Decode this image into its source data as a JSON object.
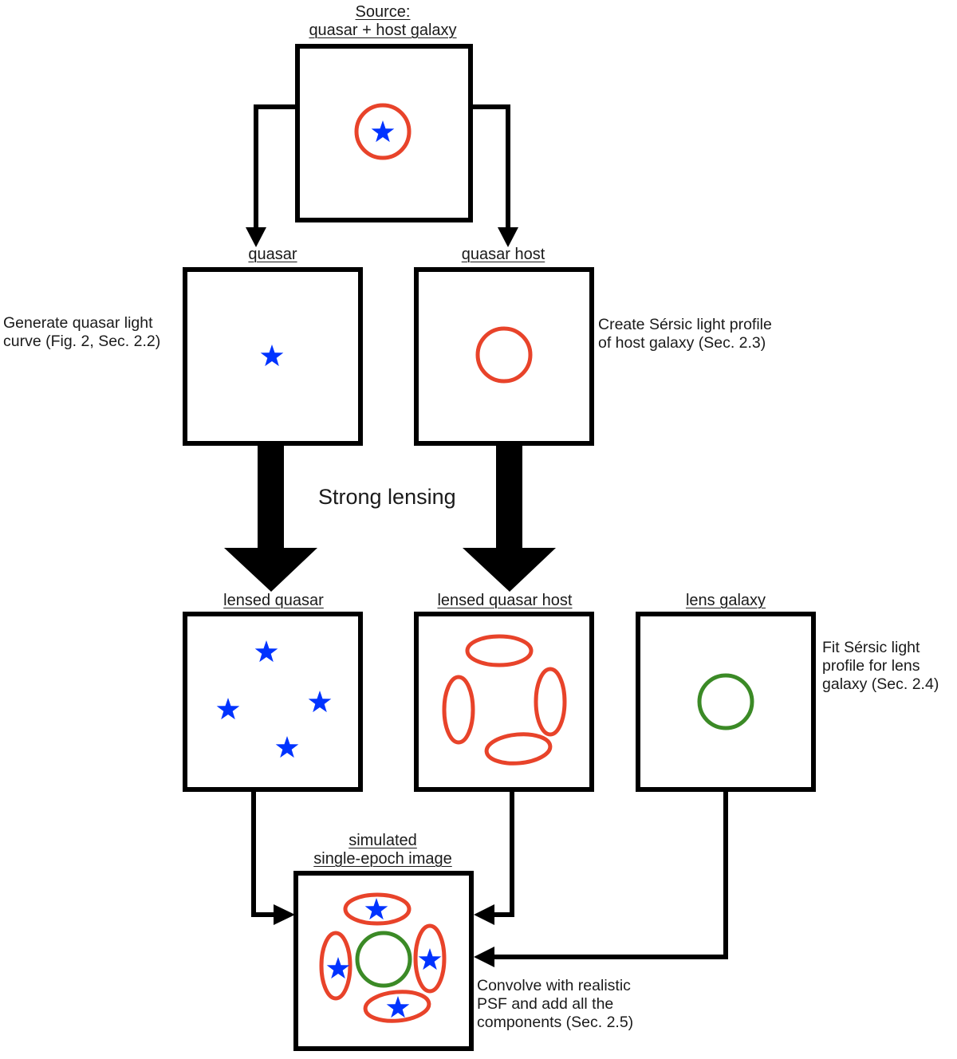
{
  "colors": {
    "quasar_star": "#0033ff",
    "host_galaxy": "#e8432a",
    "lens_galaxy": "#3b8a26",
    "box_stroke": "#000000"
  },
  "panels": {
    "source": {
      "title_line1": "Source:",
      "title_line2": "quasar + host galaxy",
      "contents": [
        "host-galaxy-circle",
        "quasar-star"
      ]
    },
    "quasar": {
      "title": "quasar",
      "contents": [
        "quasar-star"
      ]
    },
    "quasar_host": {
      "title": "quasar host",
      "contents": [
        "host-galaxy-circle"
      ]
    },
    "lensed_quasar": {
      "title": "lensed quasar",
      "contents": [
        "quasar-star x4"
      ]
    },
    "lensed_quasar_host": {
      "title": "lensed quasar host",
      "contents": [
        "host-galaxy-arc x4"
      ]
    },
    "lens_galaxy": {
      "title": "lens galaxy",
      "contents": [
        "lens-galaxy-circle"
      ]
    },
    "simulated": {
      "title_line1": "simulated",
      "title_line2": "single-epoch image",
      "contents": [
        "lens-galaxy-circle",
        "host-galaxy-arc x4",
        "quasar-star x4"
      ]
    }
  },
  "notes": {
    "quasar": {
      "line1": "Generate quasar light",
      "line2": "curve (Fig. 2, Sec. 2.2)"
    },
    "host": {
      "line1": "Create Sérsic light profile",
      "line2": "of host galaxy (Sec. 2.3)"
    },
    "lens": {
      "line1": "Fit Sérsic light",
      "line2": "profile for lens",
      "line3": "galaxy (Sec. 2.4)"
    },
    "simulated": {
      "line1": "Convolve with realistic",
      "line2": "PSF and add all the",
      "line3": "components (Sec. 2.5)"
    }
  },
  "process_label": "Strong lensing",
  "edges": [
    {
      "from": "source",
      "to": "quasar",
      "style": "thin-arrow"
    },
    {
      "from": "source",
      "to": "quasar_host",
      "style": "thin-arrow"
    },
    {
      "from": "quasar",
      "to": "lensed_quasar",
      "style": "thick-arrow",
      "label": "Strong lensing"
    },
    {
      "from": "quasar_host",
      "to": "lensed_quasar_host",
      "style": "thick-arrow",
      "label": "Strong lensing"
    },
    {
      "from": "lensed_quasar",
      "to": "simulated",
      "style": "thin-arrow"
    },
    {
      "from": "lensed_quasar_host",
      "to": "simulated",
      "style": "thin-arrow"
    },
    {
      "from": "lens_galaxy",
      "to": "simulated",
      "style": "thin-arrow"
    }
  ]
}
